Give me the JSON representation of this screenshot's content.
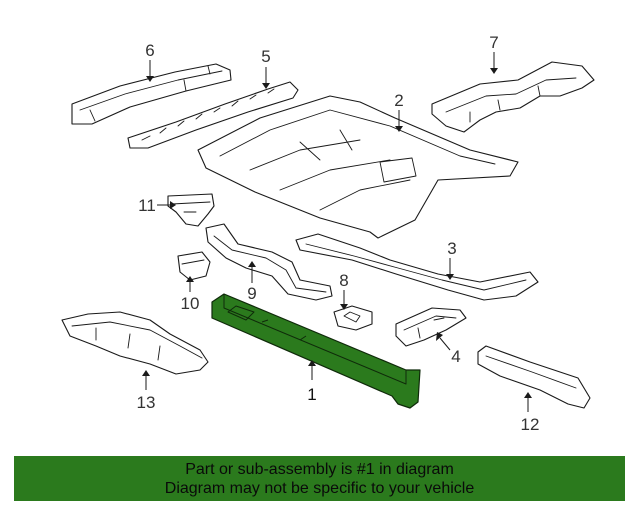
{
  "diagram": {
    "callouts": {
      "c1": "1",
      "c2": "2",
      "c3": "3",
      "c4": "4",
      "c5": "5",
      "c6": "6",
      "c7": "7",
      "c8": "8",
      "c9": "9",
      "c10": "10",
      "c11": "11",
      "c12": "12",
      "c13": "13"
    },
    "highlighted_part": "1",
    "highlight_color": "#2b7a1d"
  },
  "banner": {
    "line1": "Part or sub-assembly is #1 in diagram",
    "line2": "Diagram may not be specific to your vehicle",
    "background": "#2b7a1d"
  }
}
